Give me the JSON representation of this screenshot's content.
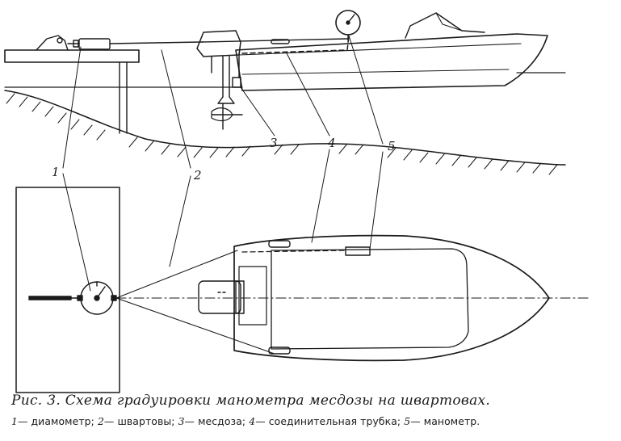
{
  "figure": {
    "labels": [
      {
        "id": "1",
        "text": "1"
      },
      {
        "id": "2",
        "text": "2"
      },
      {
        "id": "3",
        "text": "3"
      },
      {
        "id": "4",
        "text": "4"
      },
      {
        "id": "5",
        "text": "5"
      }
    ]
  },
  "caption": {
    "title": "Рис. 3. Схема градуировки манометра месдозы на швартовах.",
    "legend": [
      {
        "num": "1",
        "text": "— диамометр;"
      },
      {
        "num": "2",
        "text": "— швартовы;"
      },
      {
        "num": "3",
        "text": "— месдоза;"
      },
      {
        "num": "4",
        "text": "— соединительная трубка;"
      },
      {
        "num": "5",
        "text": "— манометр."
      }
    ]
  }
}
